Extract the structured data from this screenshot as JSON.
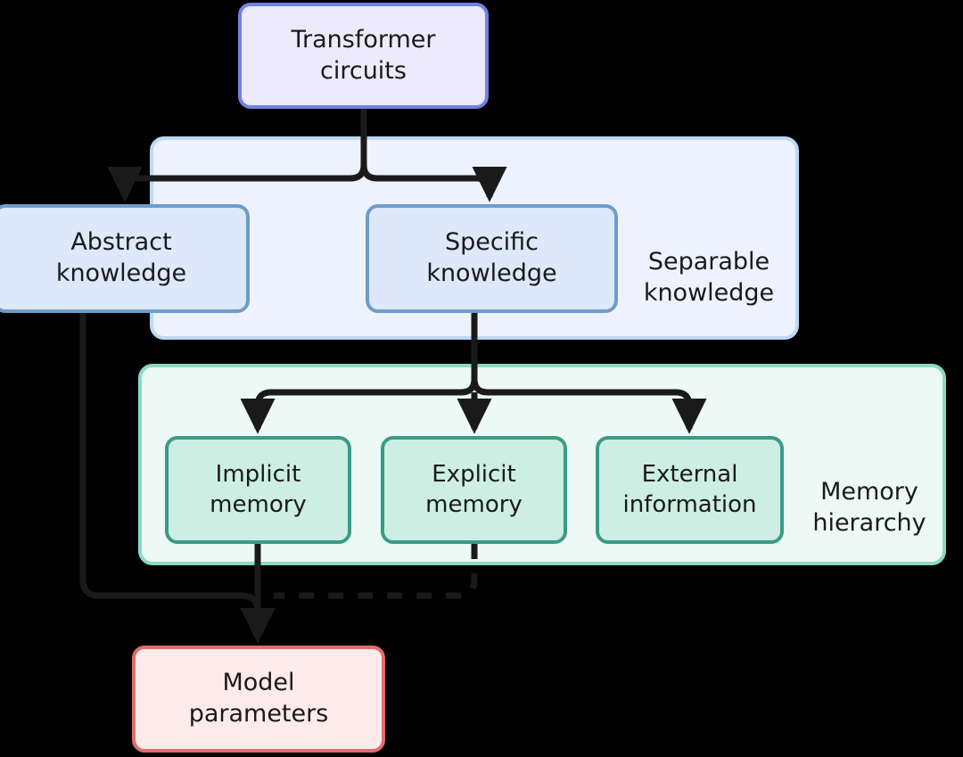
{
  "diagram": {
    "title": "Transformer circuits knowledge and memory hierarchy",
    "background_color": "#000000",
    "nodes": {
      "transformer_circuits": {
        "label": "Transformer\ncircuits",
        "fill": "#eceafb",
        "stroke": "#7181e3"
      },
      "abstract_knowledge": {
        "label": "Abstract\nknowledge",
        "fill": "#dde8fa",
        "stroke": "#6f9ccb"
      },
      "specific_knowledge": {
        "label": "Specific\nknowledge",
        "fill": "#dde8fa",
        "stroke": "#6f9ccb"
      },
      "implicit_memory": {
        "label": "Implicit\nmemory",
        "fill": "#cdeee3",
        "stroke": "#3a9b86"
      },
      "explicit_memory": {
        "label": "Explicit\nmemory",
        "fill": "#cdeee3",
        "stroke": "#3a9b86"
      },
      "external_information": {
        "label": "External\ninformation",
        "fill": "#cdeee3",
        "stroke": "#3a9b86"
      },
      "model_parameters": {
        "label": "Model\nparameters",
        "fill": "#fdeaeb",
        "stroke": "#e06d6d"
      }
    },
    "groups": {
      "separable_knowledge": {
        "label": "Separable\nknowledge",
        "fill": "#edf3fe",
        "stroke": "#bcd8f7"
      },
      "memory_hierarchy": {
        "label": "Memory\nhierarchy",
        "fill": "#edf9f5",
        "stroke": "#8ad9c6"
      }
    },
    "edges": [
      {
        "from": "transformer_circuits",
        "to": "abstract_knowledge",
        "style": "solid",
        "arrow": true
      },
      {
        "from": "transformer_circuits",
        "to": "specific_knowledge",
        "style": "solid",
        "arrow": true
      },
      {
        "from": "specific_knowledge",
        "to": "implicit_memory",
        "style": "solid",
        "arrow": true
      },
      {
        "from": "specific_knowledge",
        "to": "explicit_memory",
        "style": "solid",
        "arrow": true
      },
      {
        "from": "specific_knowledge",
        "to": "external_information",
        "style": "solid",
        "arrow": true
      },
      {
        "from": "abstract_knowledge",
        "to": "model_parameters",
        "style": "solid",
        "arrow": true
      },
      {
        "from": "implicit_memory",
        "to": "model_parameters",
        "style": "solid",
        "arrow": true
      },
      {
        "from": "explicit_memory",
        "to": "model_parameters",
        "style": "dashed",
        "arrow": false
      }
    ],
    "edge_color": "#1a1a1a"
  }
}
